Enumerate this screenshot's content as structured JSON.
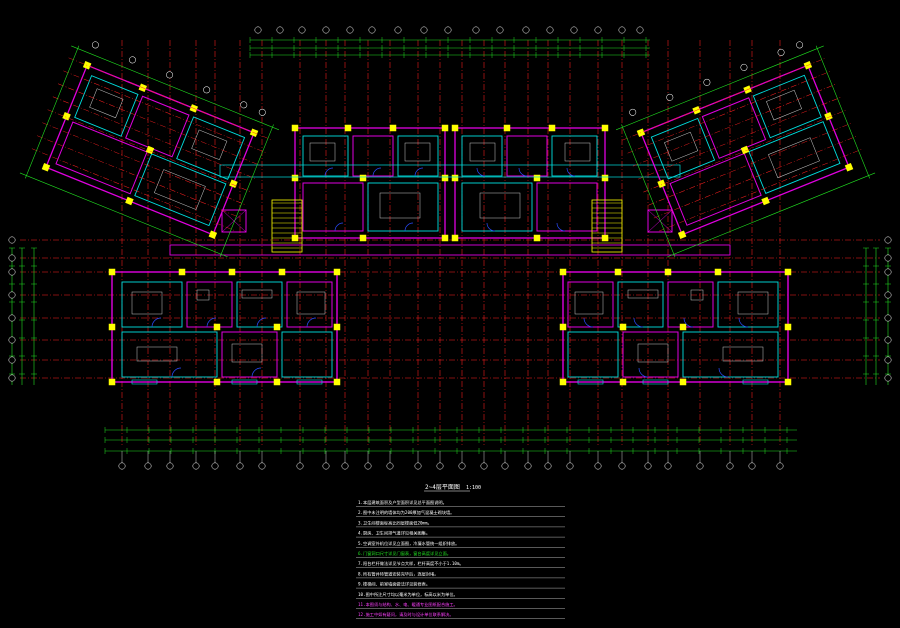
{
  "drawing": {
    "plan_title": "2~4层平面图",
    "plan_scale": "1:100",
    "background": "#000000",
    "colors": {
      "wall": "#e000e0",
      "column": "#ffff00",
      "cyan": "#00e0e0",
      "axis": "#ff2020",
      "dimension": "#20e020",
      "door": "#2a4bff",
      "furniture": "#c8c8c8",
      "text": "#ffffff"
    },
    "notes": [
      "1.本层建筑面积及户型面积详见总平面图说明。",
      "2.图中未注明的墙体均为200厚加气混凝土砌块墙。",
      "3.卫生间楼面标高比同层楼面低20mm。",
      "4.厨房、卫生间排气道详见相关图集。",
      "5.空调室外机位详见立面图，冷凝水管统一组织排放。",
      "6.门窗洞口尺寸详见门窗表，窗台高度详见立面。",
      "7.阳台栏杆做法详见节点大样，栏杆高度不小于1.10m。",
      "8.所有管井待管道安装完毕后，逐层封堵。",
      "9.楼梯间、前室墙面做法详见装修表。",
      "10.图中所注尺寸均以毫米为单位，标高以米为单位。",
      "11.本图须与结构、水、电、暖通专业图纸配合施工。",
      "12.施工中如有疑问，请及时与设计单位联系解决。"
    ]
  }
}
